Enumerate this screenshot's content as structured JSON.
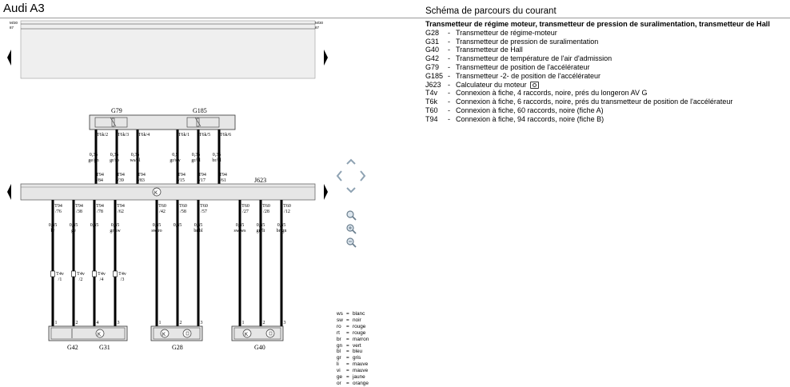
{
  "app_title": "Audi A3",
  "view_title": "Schéma de parcours du courant",
  "legend": {
    "title": "Transmetteur de régime moteur, transmetteur de pression de suralimentation, transmetteur de Hall",
    "items": [
      {
        "code": "G28",
        "dash": "-",
        "desc": "Transmetteur de régime-moteur"
      },
      {
        "code": "G31",
        "dash": "-",
        "desc": "Transmetteur de pression de suralimentation"
      },
      {
        "code": "G40",
        "dash": "-",
        "desc": "Transmetteur de Hall"
      },
      {
        "code": "G42",
        "dash": "-",
        "desc": "Transmetteur de température de l'air d'admission"
      },
      {
        "code": "G79",
        "dash": "-",
        "desc": "Transmetteur de position de l'accélérateur"
      },
      {
        "code": "G185",
        "dash": "-",
        "desc": "Transmetteur -2- de position de l'accélérateur"
      },
      {
        "code": "J623",
        "dash": "-",
        "desc": "Calculateur du moteur"
      },
      {
        "code": "T4v",
        "dash": "-",
        "desc": "Connexion à fiche, 4 raccords, noire, prés du longeron AV G"
      },
      {
        "code": "T6k",
        "dash": "-",
        "desc": "Connexion à fiche, 6 raccords, noire, prés du transmetteur de position de l'accélérateur"
      },
      {
        "code": "T60",
        "dash": "-",
        "desc": "Connexion à fiche, 60 raccords, noire (fiche A)"
      },
      {
        "code": "T94",
        "dash": "-",
        "desc": "Connexion à fiche, 94 raccords, noire (fiche B)"
      }
    ]
  },
  "rail_labels": {
    "m30": "M/30",
    "n87": "87"
  },
  "components": {
    "g79": "G79",
    "g185": "G185",
    "j623": "J623",
    "g42": "G42",
    "g31": "G31",
    "g28": "G28",
    "g40": "G40"
  },
  "top_wires": [
    {
      "conn": "T6k/2",
      "size": "0,35",
      "color": "ge/gn",
      "j": "T94",
      "pin": "/84"
    },
    {
      "conn": "T6k/3",
      "size": "0,35",
      "color": "gr/ro",
      "j": "T94",
      "pin": "/39"
    },
    {
      "conn": "T6k/4",
      "size": "0,35",
      "color": "ws/bl",
      "j": "T94",
      "pin": "/83"
    },
    {
      "conn": "T6k/1",
      "size": "0,5",
      "color": "gr/sw",
      "j": "T94",
      "pin": "/15"
    },
    {
      "conn": "T6k/5",
      "size": "0,35",
      "color": "gr/bl",
      "j": "T94",
      "pin": "/17"
    },
    {
      "conn": "T6k/6",
      "size": "0,35",
      "color": "br/bl",
      "j": "T94",
      "pin": "/61"
    }
  ],
  "bottom_wires": [
    {
      "j": "T94",
      "pin": "/76",
      "size": "0,35",
      "color": "br",
      "t4v": "T4v",
      "t4vpin": "/1",
      "comp_pin": "1"
    },
    {
      "j": "T94",
      "pin": "/38",
      "size": "0,35",
      "color": "ge",
      "t4v": "T4v",
      "t4vpin": "/2",
      "comp_pin": "2"
    },
    {
      "j": "T94",
      "pin": "/78",
      "size": "0,35",
      "color": "li",
      "t4v": "T4v",
      "t4vpin": "/4",
      "comp_pin": "4"
    },
    {
      "j": "T94",
      "pin": "/62",
      "size": "0,35",
      "color": "gr/sw",
      "t4v": "T4v",
      "t4vpin": "/3",
      "comp_pin": "3"
    },
    {
      "j": "T60",
      "pin": "/42",
      "size": "0,35",
      "color": "sw/ro",
      "comp_pin": "1"
    },
    {
      "j": "T60",
      "pin": "/58",
      "size": "0,35",
      "color": "li",
      "comp_pin": "2"
    },
    {
      "j": "T60",
      "pin": "/57",
      "size": "0,35",
      "color": "br/bl",
      "comp_pin": "3"
    },
    {
      "j": "T60",
      "pin": "/27",
      "size": "0,35",
      "color": "sw/ws",
      "comp_pin": "1"
    },
    {
      "j": "T60",
      "pin": "/28",
      "size": "0,35",
      "color": "gn/li",
      "comp_pin": "2"
    },
    {
      "j": "T60",
      "pin": "/12",
      "size": "0,35",
      "color": "br/gn",
      "comp_pin": "3"
    }
  ],
  "color_key": [
    {
      "ab": "ws",
      "name": "blanc"
    },
    {
      "ab": "sw",
      "name": "noir"
    },
    {
      "ab": "ro",
      "name": "rouge"
    },
    {
      "ab": "rt",
      "name": "rouge"
    },
    {
      "ab": "br",
      "name": "marron"
    },
    {
      "ab": "gn",
      "name": "vert"
    },
    {
      "ab": "bl",
      "name": "bleu"
    },
    {
      "ab": "gr",
      "name": "gris"
    },
    {
      "ab": "li",
      "name": "mauve"
    },
    {
      "ab": "vi",
      "name": "mauve"
    },
    {
      "ab": "ge",
      "name": "jaune"
    },
    {
      "ab": "or",
      "name": "orange"
    }
  ],
  "nav_icons": [
    "pan-up-icon",
    "pan-left-icon",
    "pan-right-icon",
    "pan-down-icon",
    "zoom-fit-icon",
    "zoom-in-icon",
    "zoom-out-icon"
  ]
}
